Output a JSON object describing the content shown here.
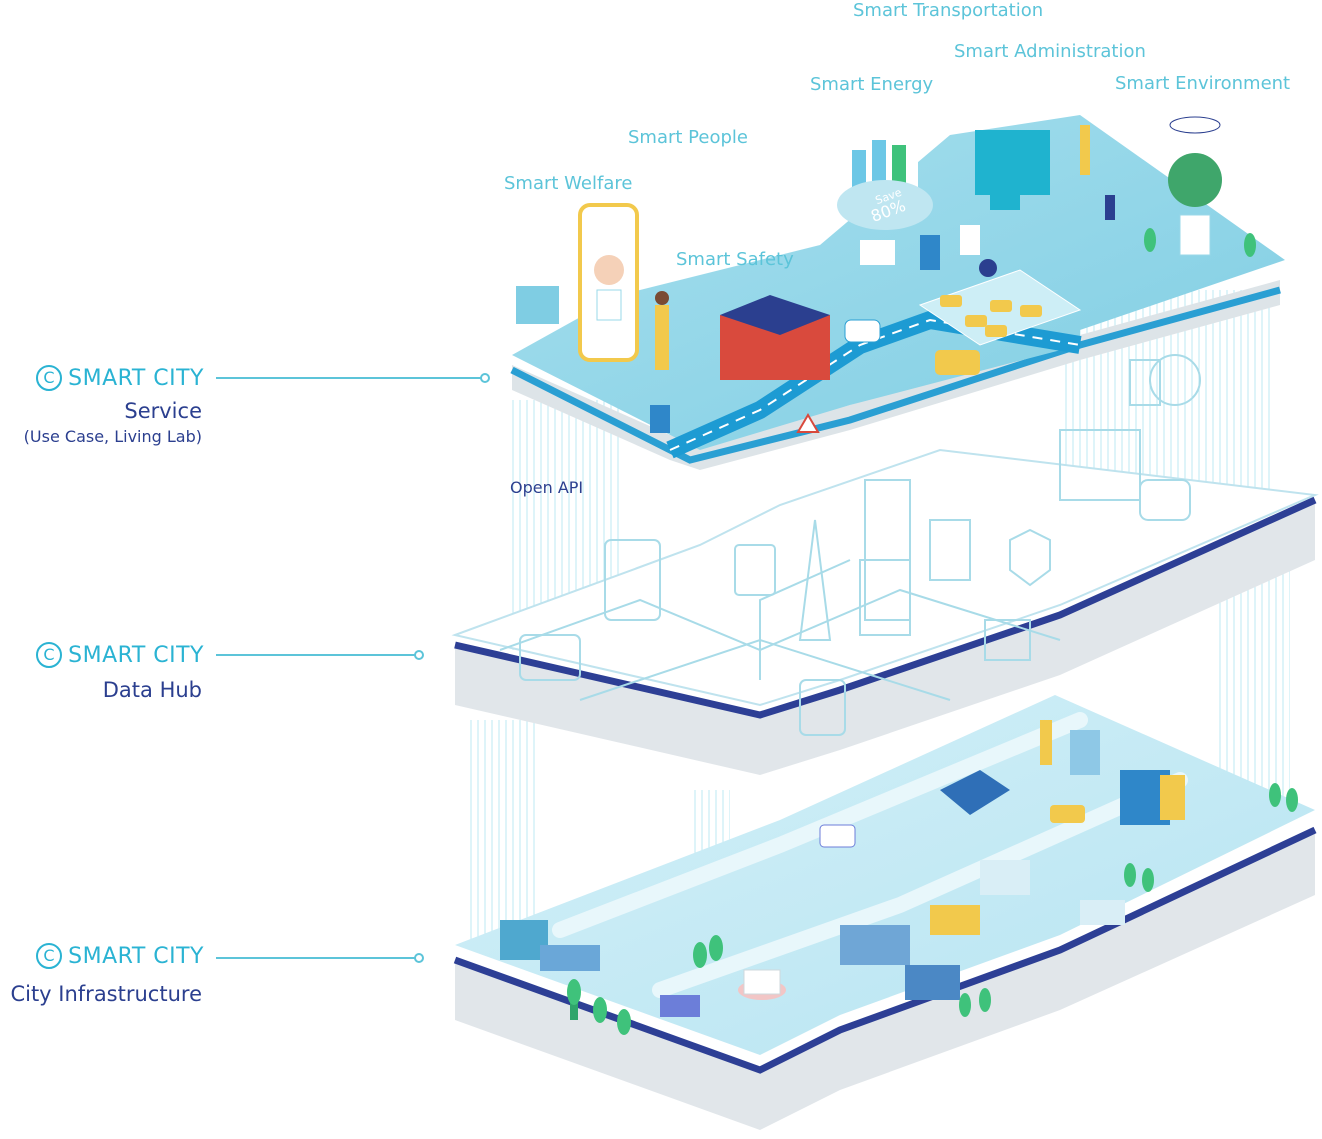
{
  "services": [
    "Smart Transportation",
    "Smart Administration",
    "Smart Energy",
    "Smart Environment",
    "Smart People",
    "Smart Welfare",
    "Smart Safety"
  ],
  "energy_badge": {
    "line1": "Save",
    "line2": "80%"
  },
  "open_api": "Open API",
  "layers": [
    {
      "brand_mark": "C",
      "brand": "SMART CITY",
      "title": "Service",
      "subtitle": "(Use Case, Living Lab)"
    },
    {
      "brand_mark": "C",
      "brand": "SMART CITY",
      "title": "Data Hub"
    },
    {
      "brand_mark": "C",
      "brand": "SMART CITY",
      "title": "City Infrastructure"
    }
  ],
  "colors": {
    "accent": "#2ab3d3",
    "navy": "#2b3f8f",
    "service_label": "#5cc4d9",
    "platform": "#9ad8e8"
  }
}
